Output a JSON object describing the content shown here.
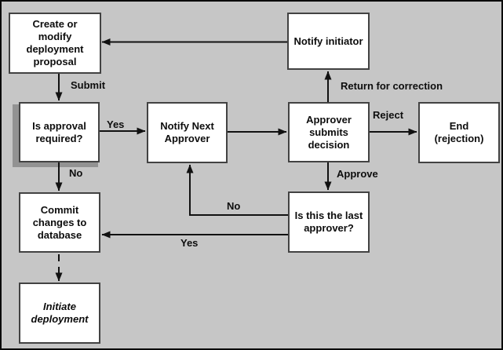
{
  "flowchart": {
    "nodes": {
      "create_proposal": "Create or\nmodify\ndeployment\nproposal",
      "notify_initiator": "Notify initiator",
      "approval_required": "Is approval\nrequired?",
      "notify_next_approver": "Notify Next\nApprover",
      "approver_submits": "Approver\nsubmits\ndecision",
      "end_rejection": "End\n(rejection)",
      "commit_changes": "Commit\nchanges to\ndatabase",
      "last_approver": "Is this the last\napprover?",
      "initiate_deployment": "Initiate\ndeployment"
    },
    "edge_labels": {
      "submit": "Submit",
      "approval_yes": "Yes",
      "approval_no": "No",
      "return_for_correction": "Return for correction",
      "reject": "Reject",
      "approve": "Approve",
      "last_no": "No",
      "last_yes": "Yes"
    },
    "colors": {
      "background": "#c6c6c6",
      "node_fill": "#ffffff",
      "node_border": "#424242",
      "connector": "#111111",
      "shadow": "#929292",
      "frame_border": "#0a0a0a",
      "text": "#0d0d0d"
    }
  }
}
